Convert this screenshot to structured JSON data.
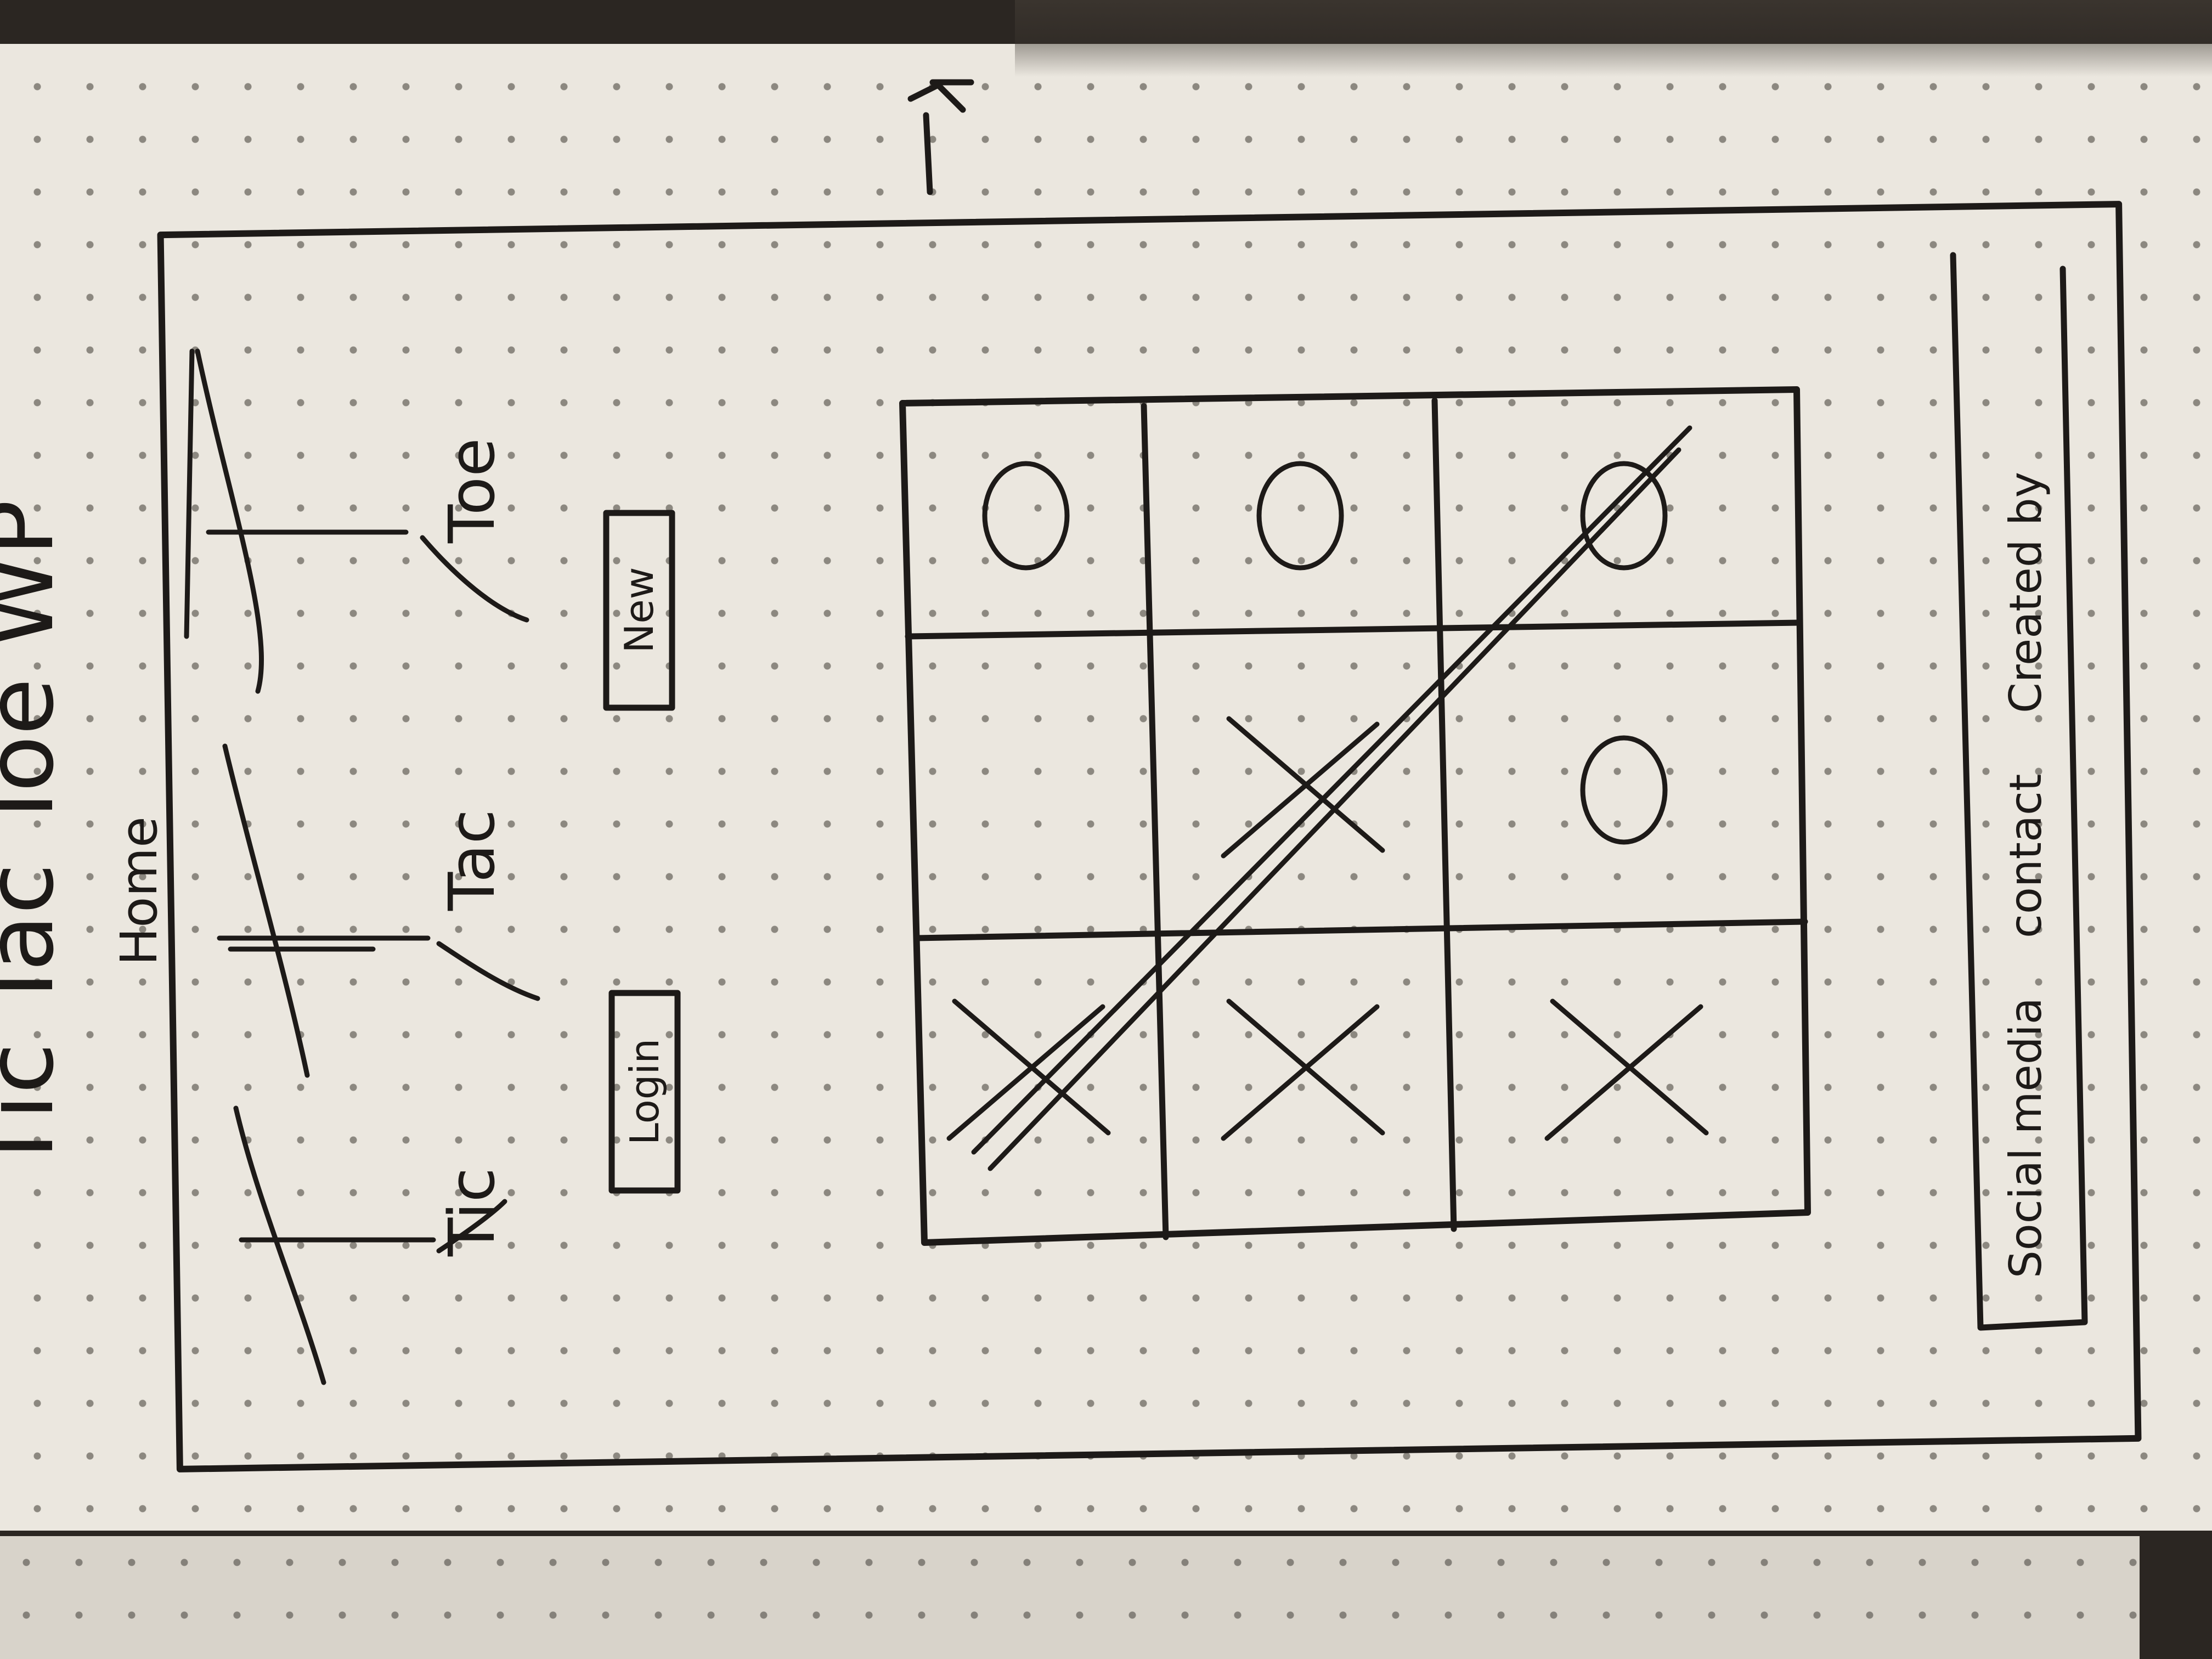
{
  "header": {
    "page_title": "Tic Tac Toe WP",
    "nav_home": "Home",
    "logo": [
      "Tic",
      "Tac",
      "Toe"
    ]
  },
  "actions": {
    "login_label": "Login",
    "new_label": "New"
  },
  "board": {
    "cells": [
      [
        "X",
        "",
        "O"
      ],
      [
        "X",
        "X",
        "O"
      ],
      [
        "X",
        "O",
        "O"
      ]
    ],
    "winning_line": "diagonal"
  },
  "footer": {
    "social": "Social media",
    "contact": "contact",
    "credit": "Created by"
  }
}
